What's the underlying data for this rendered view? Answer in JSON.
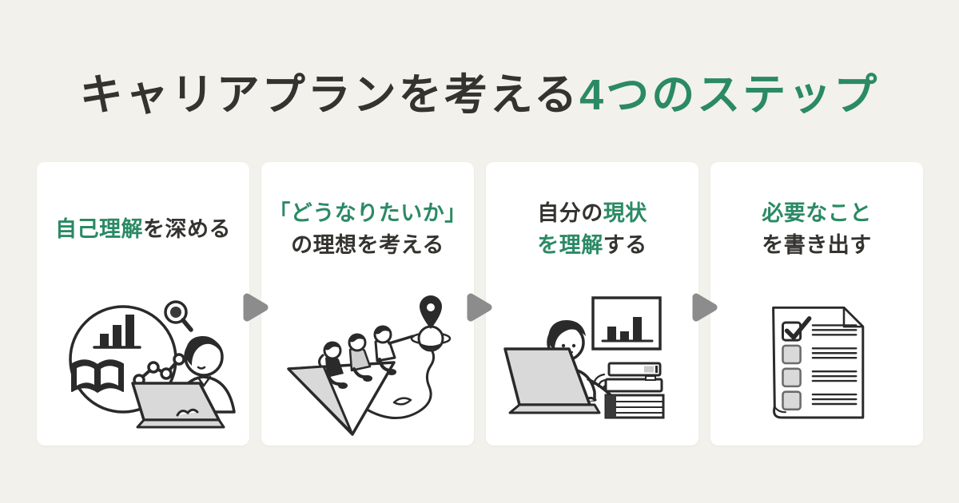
{
  "colors": {
    "background": "#F2F1EB",
    "card_background": "#FFFFFF",
    "accent_green": "#2B8A64",
    "text_dark": "#34332F",
    "arrow_gray": "#8C8C8C",
    "illustration_line": "#2A2A2A",
    "illustration_gray": "#D9D9D9"
  },
  "title": {
    "segments": [
      {
        "text": "キャリアプランを考える",
        "color": "dark"
      },
      {
        "text": "4つのステップ",
        "color": "green"
      }
    ]
  },
  "steps": [
    {
      "id": 1,
      "illustration": "person-analyzing-data-with-chart-book-magnifier",
      "lines": [
        [
          {
            "text": "自己理解",
            "color": "green"
          },
          {
            "text": "を深める",
            "color": "dark"
          }
        ]
      ]
    },
    {
      "id": 2,
      "illustration": "people-riding-paper-airplane-toward-goal-pin",
      "lines": [
        [
          {
            "text": "「どうなりたいか」",
            "color": "green"
          }
        ],
        [
          {
            "text": "の理想を考える",
            "color": "dark"
          }
        ]
      ]
    },
    {
      "id": 3,
      "illustration": "person-at-laptop-with-bar-chart-and-books",
      "lines": [
        [
          {
            "text": "自分の",
            "color": "dark"
          },
          {
            "text": "現状",
            "color": "green"
          }
        ],
        [
          {
            "text": "を理解",
            "color": "green"
          },
          {
            "text": "する",
            "color": "dark"
          }
        ]
      ]
    },
    {
      "id": 4,
      "illustration": "checklist-document",
      "lines": [
        [
          {
            "text": "必要なこと",
            "color": "green"
          }
        ],
        [
          {
            "text": "を書き出す",
            "color": "dark"
          }
        ]
      ]
    }
  ],
  "arrows": {
    "icon": "triangle-right",
    "count": 3,
    "color": "#8C8C8C"
  }
}
